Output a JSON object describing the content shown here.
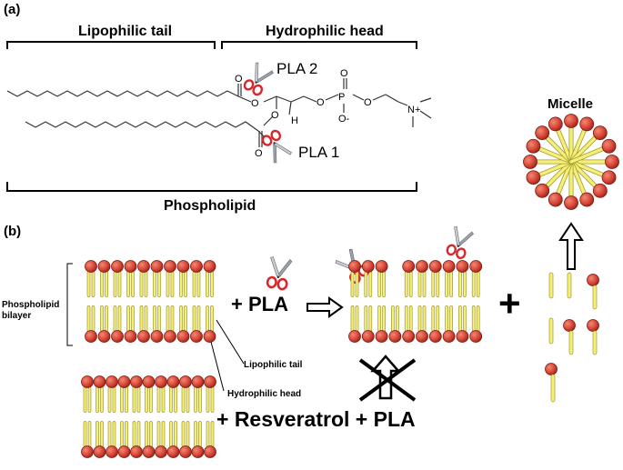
{
  "panel_a": {
    "label": "(a)",
    "tail_label": "Lipophilic tail",
    "head_label": "Hydrophilic head",
    "pla2_label": "PLA 2",
    "pla1_label": "PLA 1",
    "phospholipid_label": "Phospholipid",
    "atoms": {
      "o1": "O",
      "o2": "O",
      "o3": "O",
      "o4": "O",
      "o5": "O",
      "o6": "O",
      "o7": "O",
      "o8": "O-",
      "p": "P",
      "h": "H",
      "n": "N+"
    }
  },
  "panel_b": {
    "label": "(b)",
    "bilayer_label_1": "Phospholipid",
    "bilayer_label_2": "bilayer",
    "plus_pla": "+ PLA",
    "lipophilic_tail": "Lipophilic tail",
    "hydrophilic_head": "Hydrophilic head",
    "resveratrol_pla": "+ Resveratrol + PLA",
    "plus": "+",
    "micelle": "Micelle"
  },
  "colors": {
    "head_fill": "#d9473a",
    "head_stroke": "#7a1d14",
    "tail_fill": "#f5ef7a",
    "tail_stroke": "#a39a2a",
    "scissor_red": "#d8262b",
    "scissor_grey": "#9aa3ad"
  }
}
